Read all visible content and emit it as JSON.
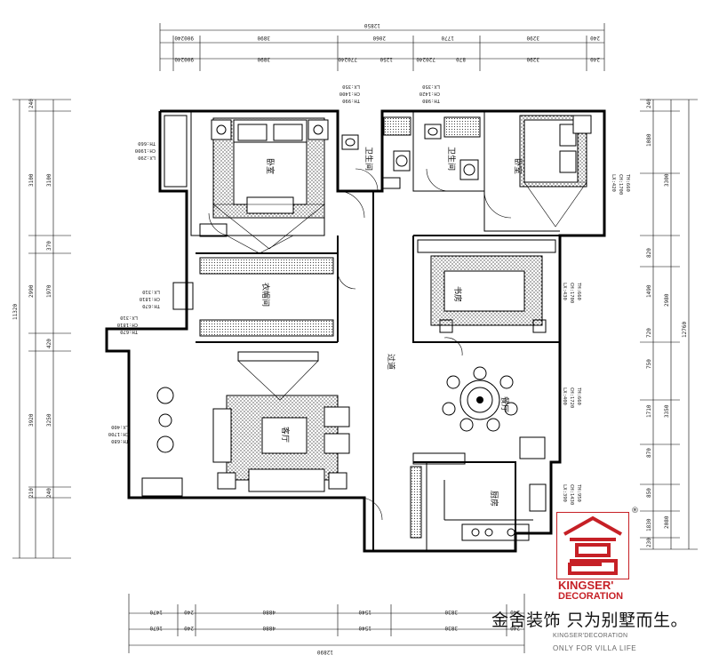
{
  "rooms": {
    "bedroom_master": "卧室",
    "bedroom_second": "卧室",
    "bathroom_a": "卫生间",
    "bathroom_b": "卫生间",
    "wardrobe": "衣帽间",
    "study": "书房",
    "corridor": "过道",
    "dining": "餐厅",
    "living": "客厅",
    "kitchen": "厨房"
  },
  "dimensions": {
    "top_total": "12850",
    "top_row1": [
      "3890",
      "2060",
      "1770",
      "3290",
      "240"
    ],
    "top_row2": [
      "3890",
      "1250",
      "870",
      "3290",
      "240"
    ],
    "top_left": "900240",
    "top_left2": "900240",
    "top_mid_a": "770240",
    "top_mid_b": "720240",
    "bottom_total": "12890",
    "bottom_row1": [
      "1470",
      "240",
      "4880",
      "1540",
      "3830",
      "240"
    ],
    "bottom_row2": [
      "1670",
      "240",
      "4880",
      "1540",
      "3830",
      "240"
    ],
    "left_total": "11320",
    "left_segments": [
      "240",
      "3100",
      "3100",
      "370",
      "2990",
      "1970",
      "420",
      "3250",
      "3920",
      "240",
      "210"
    ],
    "right_total": "12760",
    "right_segments": [
      "240",
      "1080",
      "3300",
      "820",
      "2980",
      "1490",
      "720",
      "750",
      "3350",
      "1710",
      "870",
      "850",
      "2080",
      "1830",
      "230"
    ]
  },
  "notes": {
    "master_window": [
      "TH:660",
      "CH:1900",
      "LX:290"
    ],
    "wardrobe_window": [
      "TH:670",
      "CH:1810",
      "LX:310"
    ],
    "balcony_window": [
      "TH:670",
      "CH:1810",
      "LX:310"
    ],
    "living_window": [
      "TH:680",
      "CH:1700",
      "LX:400"
    ],
    "bath_a_window": [
      "TH:990",
      "CH:1400",
      "LX:350"
    ],
    "bath_b_window": [
      "TH:980",
      "CH:1420",
      "LX:350"
    ],
    "second_bed_window": [
      "TH:660",
      "CH:1700",
      "LX:420"
    ],
    "study_window": [
      "TH:660",
      "CH:1700",
      "LX:430"
    ],
    "dining_window": [
      "TH:660",
      "CH:1720",
      "LX:400"
    ],
    "kitchen_window": [
      "TH:950",
      "CH:1430",
      "LX:390"
    ]
  },
  "brand": {
    "logo_name": "KINGSER'",
    "logo_sub": "DECORATION",
    "reg_mark": "®",
    "slogan": "金舍装饰 只为别墅而生。",
    "slogan_en1": "KINGSER'DECORATION",
    "slogan_en2": "ONLY FOR VILLA LIFE",
    "color": "#c62026"
  }
}
